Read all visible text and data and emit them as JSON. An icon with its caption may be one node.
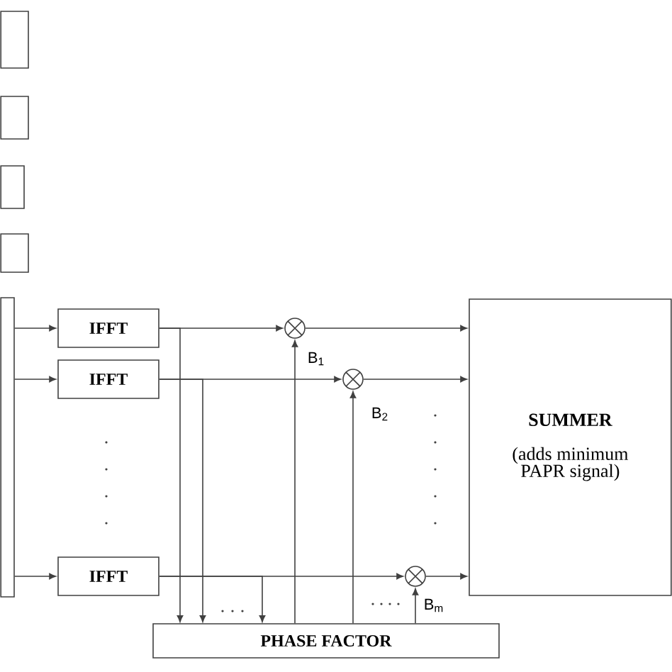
{
  "diagram": {
    "nodes": [
      {
        "text": [],
        "shape": "box"
      },
      {
        "text": [],
        "shape": "box"
      },
      {
        "text": [],
        "shape": "box"
      },
      {
        "text": [],
        "shape": "box"
      },
      {
        "text": [],
        "shape": "box"
      },
      {
        "text": [
          "IFFT"
        ]
      },
      {
        "text": [
          "IFFT"
        ]
      },
      {
        "text": [
          "IFFT"
        ]
      },
      {
        "text": [],
        "shape": "circle"
      },
      {
        "text": [],
        "shape": "circle"
      },
      {
        "text": [],
        "shape": "circle"
      },
      {
        "text": [
          "SUMMER",
          "(adds minimum PAPR signal)"
        ]
      },
      {
        "text": [
          "PHASE FACTOR"
        ]
      }
    ],
    "edges": [
      {
        "from": 4,
        "to": 5,
        "arrow": "to"
      },
      {
        "from": 4,
        "to": 6,
        "arrow": "to"
      },
      {
        "from": 4,
        "to": 7,
        "arrow": "to"
      },
      {
        "from": 5,
        "to": 8,
        "arrow": "to"
      },
      {
        "from": 6,
        "to": 9,
        "arrow": "to"
      },
      {
        "from": 7,
        "to": 10,
        "arrow": "to"
      },
      {
        "from": 8,
        "to": 11,
        "arrow": "to"
      },
      {
        "from": 9,
        "to": 11,
        "arrow": "to"
      },
      {
        "from": 10,
        "to": 11,
        "arrow": "to"
      },
      {
        "from": 5,
        "to": 12,
        "arrow": "to"
      },
      {
        "from": 6,
        "to": 12,
        "arrow": "to"
      },
      {
        "from": 7,
        "to": 12,
        "arrow": "to"
      },
      {
        "from": 12,
        "to": 8,
        "arrow": "to"
      },
      {
        "from": 12,
        "to": 9,
        "arrow": "to"
      },
      {
        "from": 12,
        "to": 10,
        "arrow": "to"
      }
    ],
    "labels": [
      "B$_{1}$",
      "B$_{2}$",
      "B$_{m}$"
    ]
  }
}
